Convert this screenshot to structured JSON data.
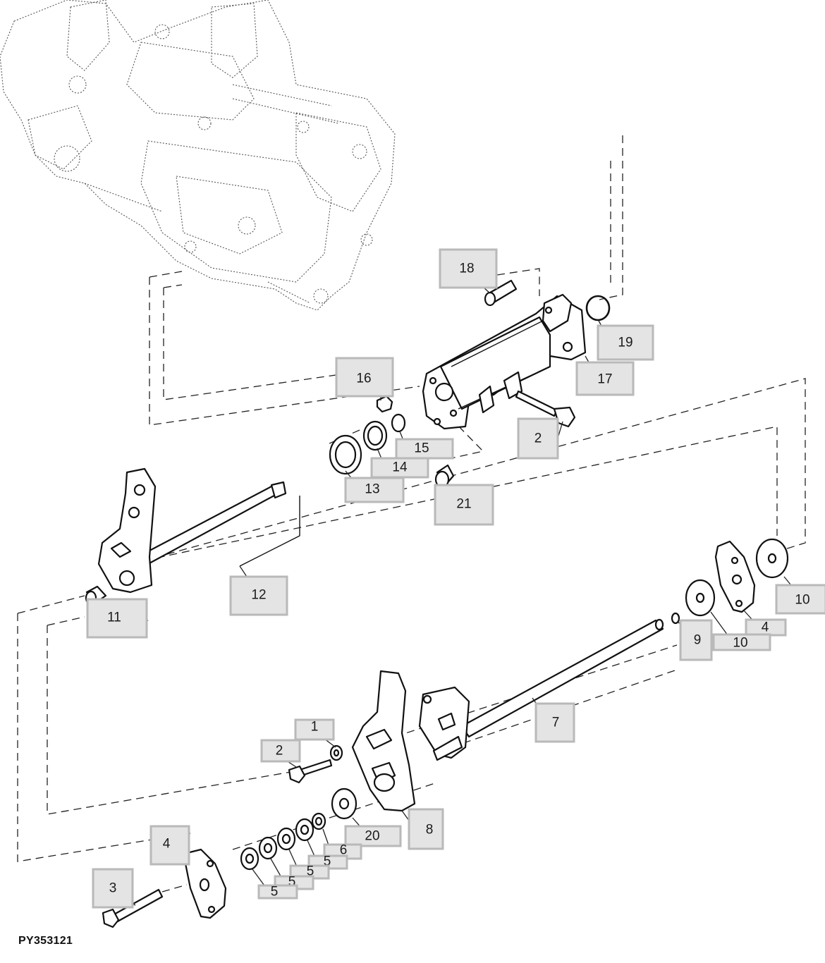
{
  "figure_id": "PY353121",
  "callouts": {
    "c1": "1",
    "c2a": "2",
    "c2b": "2",
    "c3": "3",
    "c4a": "4",
    "c4b": "4",
    "c5a": "5",
    "c5b": "5",
    "c5c": "5",
    "c5d": "5",
    "c6": "6",
    "c7": "7",
    "c8": "8",
    "c9": "9",
    "c10a": "10",
    "c10b": "10",
    "c11": "11",
    "c12": "12",
    "c13": "13",
    "c14": "14",
    "c15": "15",
    "c16": "16",
    "c17": "17",
    "c18": "18",
    "c19": "19",
    "c20": "20",
    "c21": "21"
  }
}
